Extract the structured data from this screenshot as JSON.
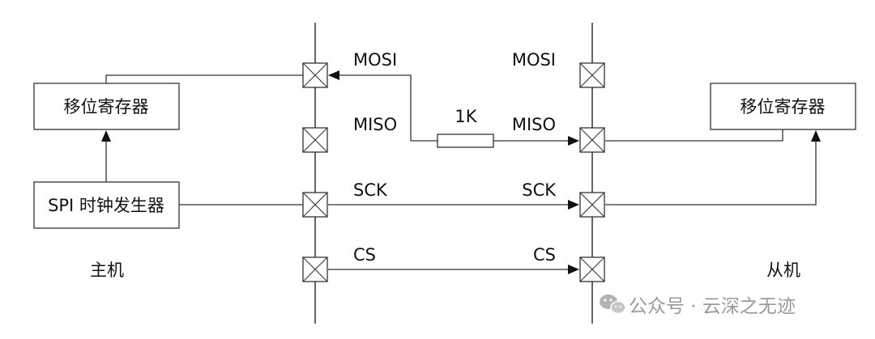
{
  "master": {
    "shift_register": "移位寄存器",
    "clock_generator": "SPI 时钟发生器",
    "caption": "主机"
  },
  "slave": {
    "shift_register": "移位寄存器",
    "caption": "从机"
  },
  "pins_master": {
    "mosi": "MOSI",
    "miso": "MISO",
    "sck": "SCK",
    "cs": "CS"
  },
  "pins_slave": {
    "mosi": "MOSI",
    "miso": "MISO",
    "sck": "SCK",
    "cs": "CS"
  },
  "resistor": {
    "label": "1K"
  },
  "watermark": {
    "text": "公众号 · 云深之无迹",
    "icon": "wechat-icon"
  },
  "colors": {
    "line": "#333333",
    "watermark": "#9a9a9a"
  }
}
